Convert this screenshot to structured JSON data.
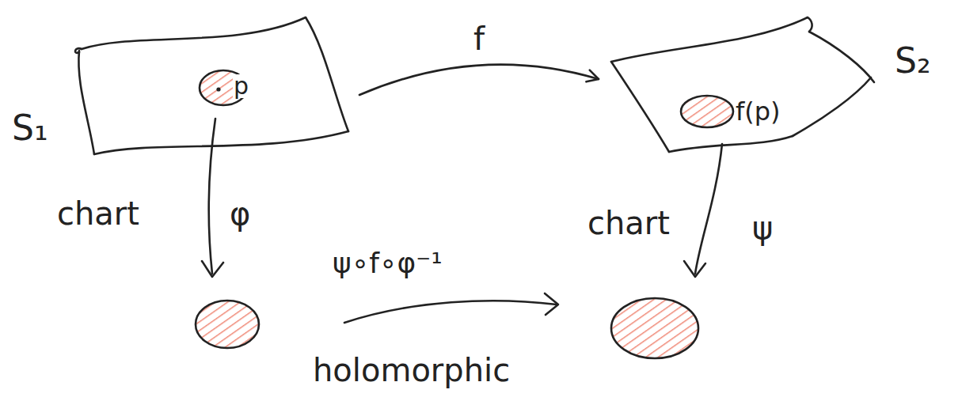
{
  "diagram": {
    "nodes": [
      {
        "text": [
          "S₁"
        ]
      },
      {
        "text": [
          "p"
        ],
        "in": 0
      },
      {
        "text": [
          "S₂"
        ]
      },
      {
        "text": [
          "f(p)"
        ],
        "in": 2
      }
    ],
    "edges": [
      {
        "from": 0,
        "to": 2,
        "arrow": "to",
        "label": "f"
      }
    ],
    "labels": [
      "chart",
      "φ",
      "ψ∘f∘φ⁻¹",
      "chart",
      "ψ",
      "holomorphic"
    ]
  }
}
